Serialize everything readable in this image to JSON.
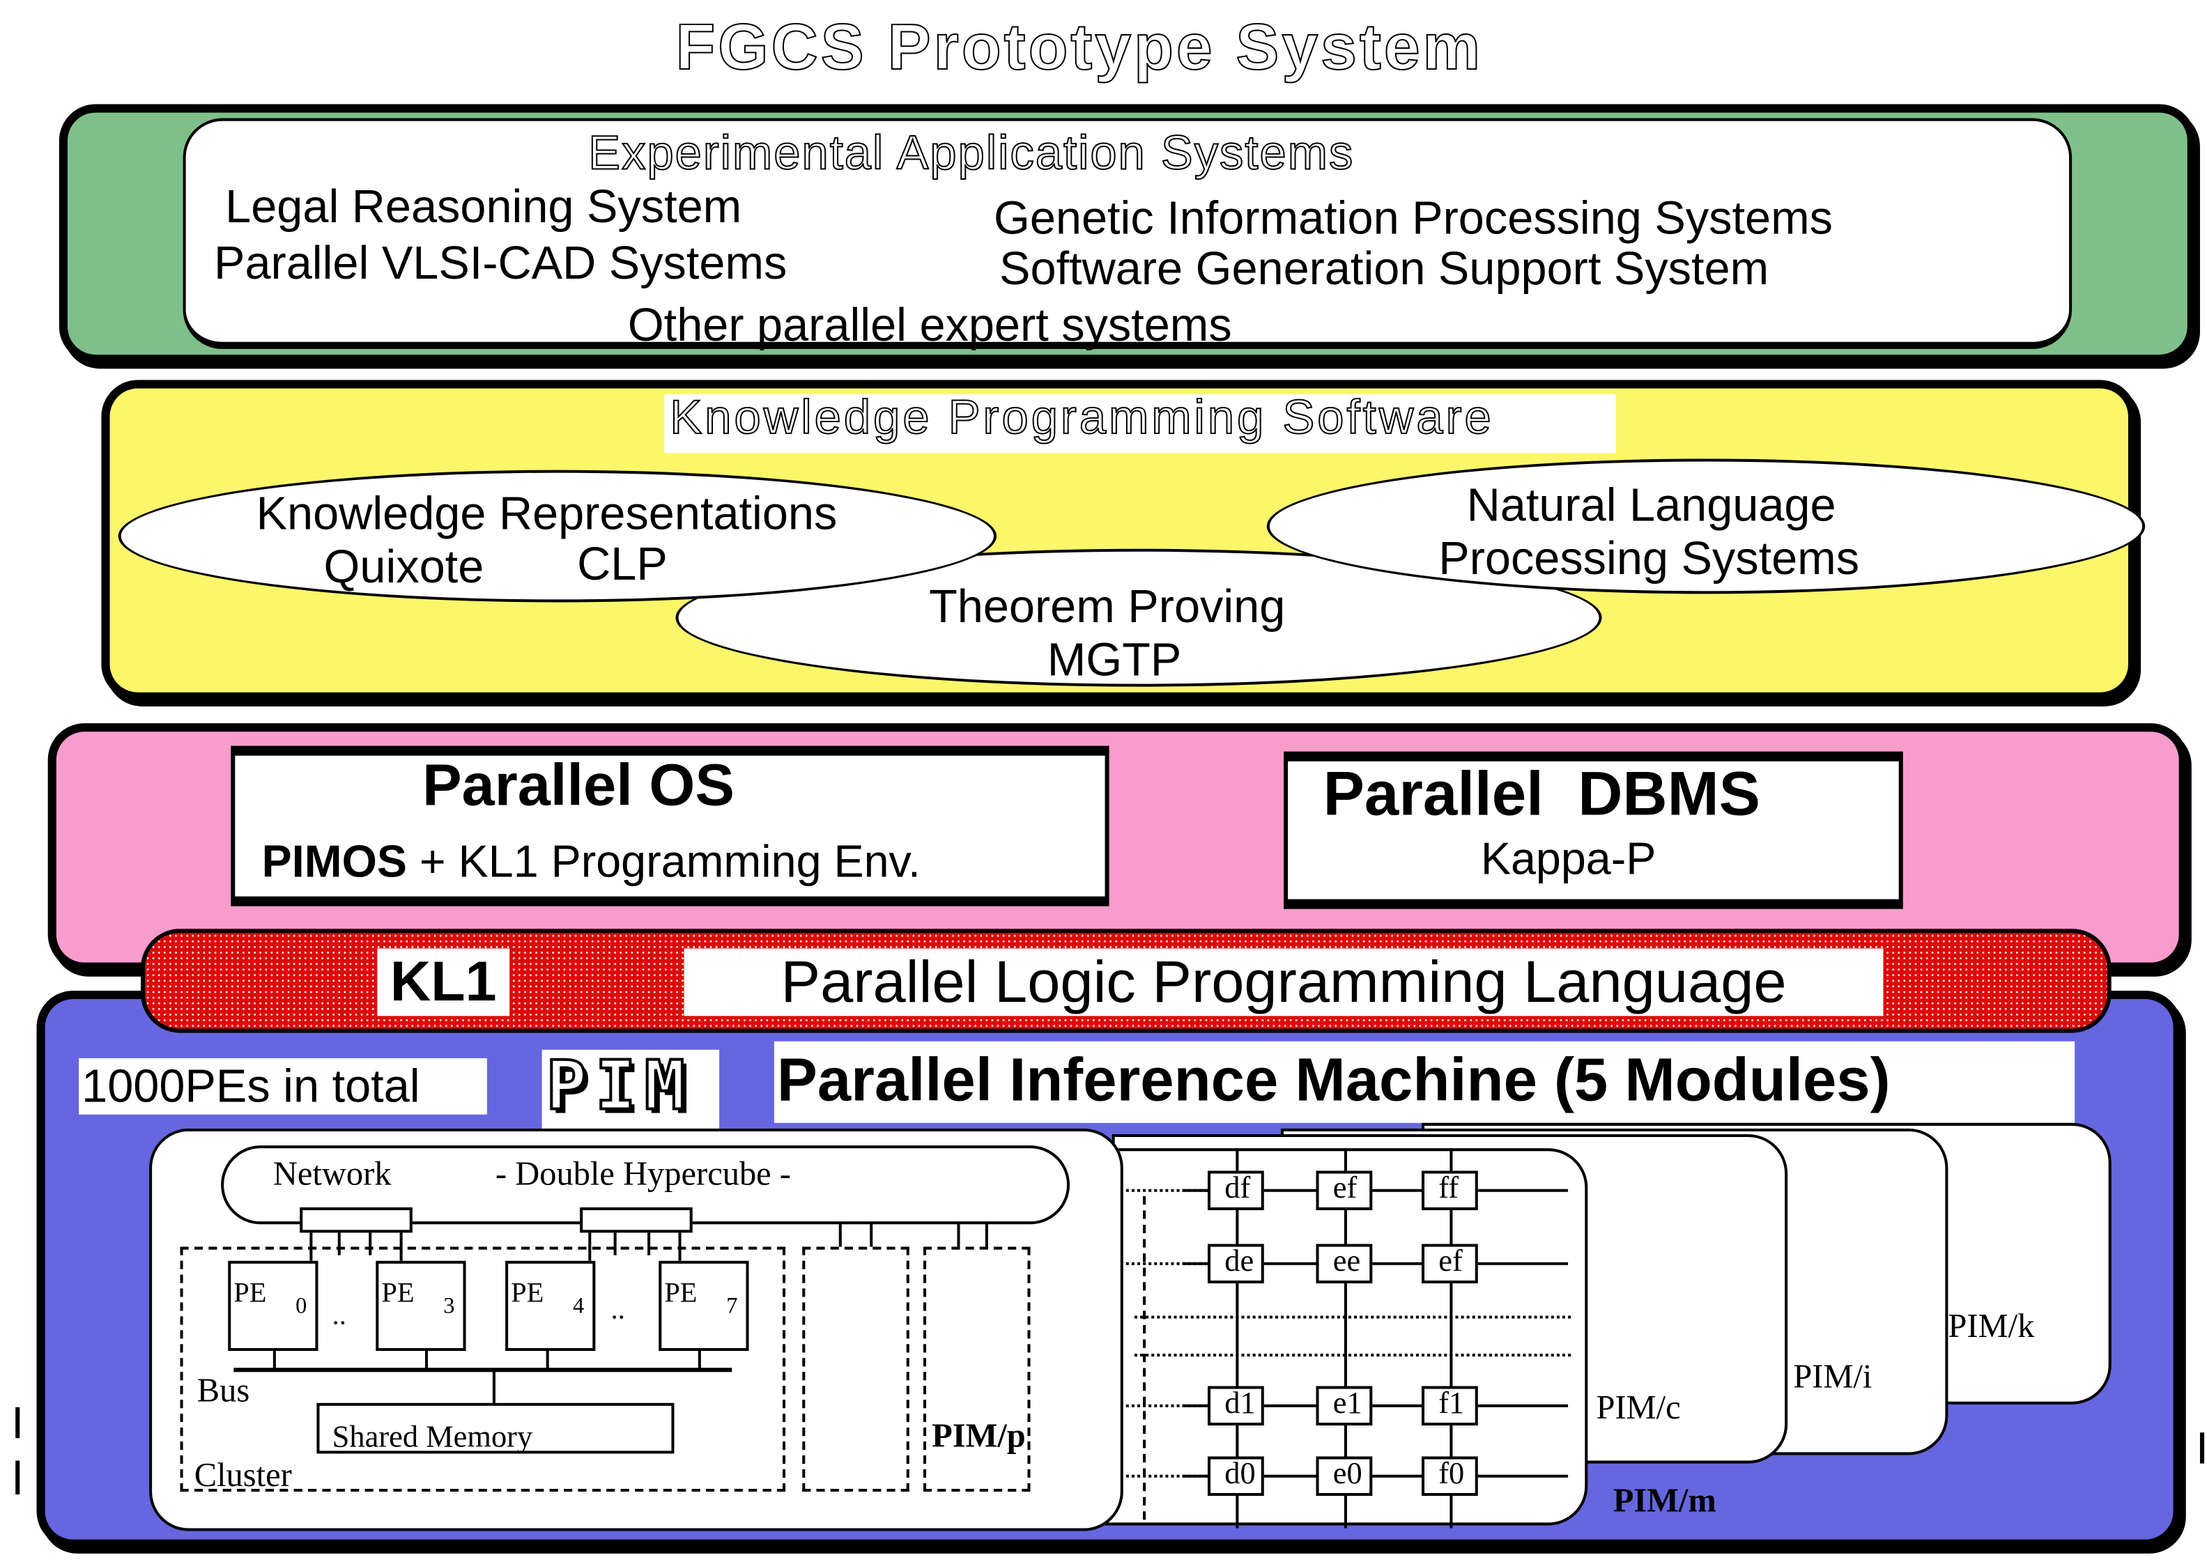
{
  "title": "FGCS Prototype System",
  "colors": {
    "application_layer": "#7fc08a",
    "knowledge_layer": "#fbf66a",
    "os_layer": "#f89ccc",
    "kl1_bar": "#dd0a0a",
    "pim_layer": "#6666e0"
  },
  "applications": {
    "heading": "Experimental Application Systems",
    "items": [
      "Legal Reasoning System",
      "Parallel VLSI-CAD Systems",
      "Genetic Information Processing Systems",
      "Software Generation Support System",
      "Other parallel expert systems"
    ]
  },
  "knowledge": {
    "heading": "Knowledge Programming Software",
    "kr_title": "Knowledge Representations",
    "kr_quixote": "Quixote",
    "kr_clp": "CLP",
    "nl_line1": "Natural Language",
    "nl_line2": "Processing Systems",
    "tp_line1": "Theorem Proving",
    "tp_line2": "MGTP"
  },
  "os": {
    "os_title": "Parallel OS",
    "os_sub_bold": "PIMOS",
    "os_sub_rest": "+ KL1 Programming Env.",
    "dbms_title": "Parallel  DBMS",
    "dbms_sub": "Kappa-P"
  },
  "kl1": {
    "name": "KL1",
    "description": "Parallel Logic Programming Language"
  },
  "pim": {
    "total": "1000PEs in total",
    "logo": "PIM",
    "title": "Parallel Inference Machine (5 Modules)",
    "network": "Network",
    "hypercube": "- Double Hypercube -",
    "pes": [
      {
        "label": "PE",
        "index": "0"
      },
      {
        "label": "PE",
        "index": "3"
      },
      {
        "label": "PE",
        "index": "4"
      },
      {
        "label": "PE",
        "index": "7"
      }
    ],
    "ellipsis": "..",
    "bus": "Bus",
    "shared_memory": "Shared Memory",
    "cluster": "Cluster",
    "modules": [
      "PIM/p",
      "PIM/m",
      "PIM/c",
      "PIM/i",
      "PIM/k"
    ],
    "grid_nodes": [
      [
        "df",
        "ef",
        "ff"
      ],
      [
        "de",
        "ee",
        "ef"
      ],
      [
        "d1",
        "e1",
        "f1"
      ],
      [
        "d0",
        "e0",
        "f0"
      ]
    ]
  }
}
